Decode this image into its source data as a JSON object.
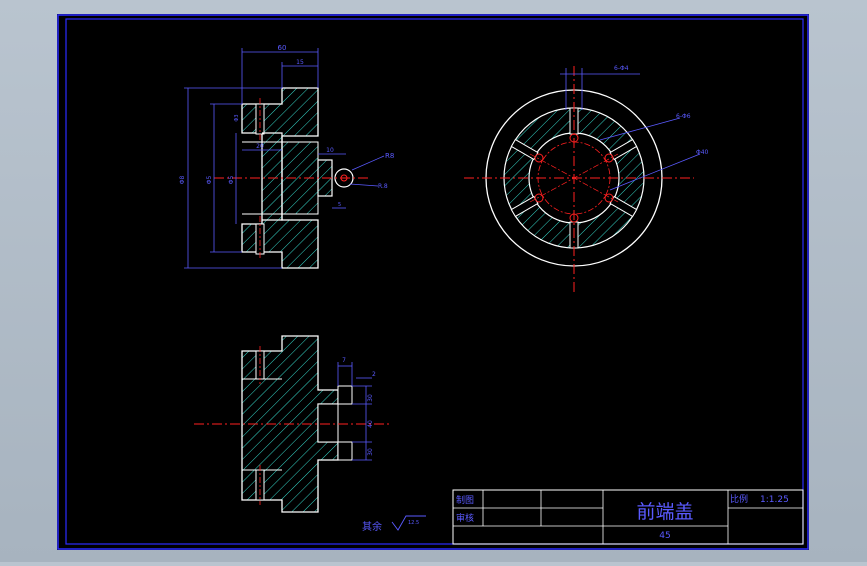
{
  "title_block": {
    "drawn_label": "制图",
    "checked_label": "审核",
    "part_name": "前端盖",
    "scale_label": "比例",
    "scale_value": "1:1.25",
    "material": "45"
  },
  "surface_note": {
    "text": "其余",
    "roughness": "12.5"
  },
  "dimensions": {
    "front_view": {
      "overall_width": "60",
      "boss_width": "15",
      "outer_dia": "Φ8",
      "d1": "Φ5",
      "d2": "Φ5",
      "d3": "Φ3",
      "step": "20",
      "hole": "10",
      "r_label": "R8",
      "r2_label": "R.8",
      "small": "5"
    },
    "side_view": {
      "top_note": "6-Φ4",
      "hole_note": "6-Φ6",
      "circle_note": "Φ40"
    },
    "section_view": {
      "width": "7",
      "gap": "2",
      "v1": "30",
      "v2": "40",
      "v3": "30"
    }
  },
  "colors": {
    "background": "#000000",
    "frame": "#2b2bff",
    "outline": "#ffffff",
    "hatch": "#35d6c8",
    "center": "#ff2020",
    "dim": "#5a5aff"
  }
}
